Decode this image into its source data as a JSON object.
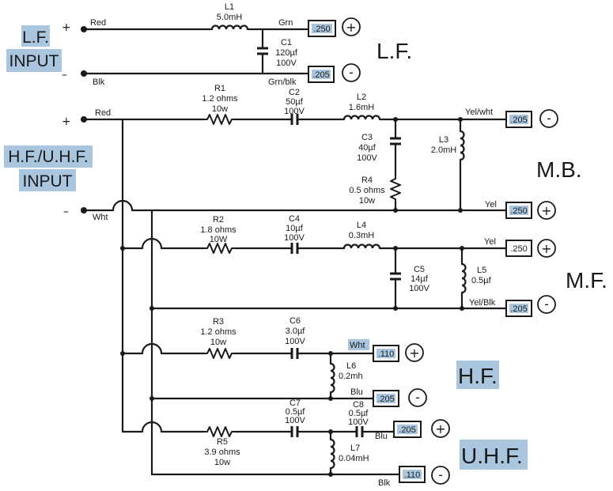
{
  "colors": {
    "highlight": "#a9c6de",
    "wire": "#1a1a1a"
  },
  "sections": {
    "lf": "L.F.",
    "mb": "M.B.",
    "mf": "M.F.",
    "hf": "H.F.",
    "uhf": "U.H.F."
  },
  "inputs": {
    "lf": {
      "line1": "L.F.",
      "line2": "INPUT",
      "plus": "+",
      "minus": "–",
      "hot": "Red",
      "cold": "Blk"
    },
    "hf": {
      "line1": "H.F./U.H.F.",
      "line2": "INPUT",
      "plus": "+",
      "minus": "–",
      "hot": "Red",
      "cold": "Wht"
    }
  },
  "components": {
    "L1": {
      "ref": "L1",
      "v1": "5.0mH"
    },
    "C1": {
      "ref": "C1",
      "v1": "120µf",
      "v2": "100V"
    },
    "R1": {
      "ref": "R1",
      "v1": "1.2 ohms",
      "v2": "10w"
    },
    "C2": {
      "ref": "C2",
      "v1": "50µf",
      "v2": "100V"
    },
    "L2": {
      "ref": "L2",
      "v1": "1.6mH"
    },
    "C3": {
      "ref": "C3",
      "v1": "40µf",
      "v2": "100V"
    },
    "R4": {
      "ref": "R4",
      "v1": "0.5 ohms",
      "v2": "10w"
    },
    "L3": {
      "ref": "L3",
      "v1": "2.0mH"
    },
    "R2": {
      "ref": "R2",
      "v1": "1.8 ohms",
      "v2": "10W"
    },
    "C4": {
      "ref": "C4",
      "v1": "10µf",
      "v2": "100V"
    },
    "L4": {
      "ref": "L4",
      "v1": "0.3mH"
    },
    "C5": {
      "ref": "C5",
      "v1": "14µf",
      "v2": "100V"
    },
    "L5": {
      "ref": "L5",
      "v1": "0.5µf"
    },
    "R3": {
      "ref": "R3",
      "v1": "1.2 ohms",
      "v2": "10w"
    },
    "C6": {
      "ref": "C6",
      "v1": "3.0µf",
      "v2": "100V"
    },
    "L6": {
      "ref": "L6",
      "v1": "0.2mh"
    },
    "C7": {
      "ref": "C7",
      "v1": "0.5µf",
      "v2": "100V"
    },
    "C8": {
      "ref": "C8",
      "v1": "0.5µf",
      "v2": "100V"
    },
    "R5": {
      "ref": "R5",
      "v1": "3.9 ohms",
      "v2": "10w"
    },
    "L7": {
      "ref": "L7",
      "v1": "0.04mH"
    }
  },
  "terminals": {
    "lf_pos": {
      "wire": "Grn",
      "size": ".250",
      "polarity": "+"
    },
    "lf_neg": {
      "wire": "Grn/blk",
      "size": ".205",
      "polarity": "-"
    },
    "mb_pos": {
      "wire": "Yel/wht",
      "size": ".205",
      "polarity": "-"
    },
    "mb_neg": {
      "wire": "Yel",
      "size": ".250",
      "polarity": "+"
    },
    "mf_pos": {
      "wire": "Yel",
      "size": ".250",
      "polarity": "+"
    },
    "mf_neg": {
      "wire": "Yel/Blk",
      "size": ".205",
      "polarity": "-"
    },
    "hf_pos": {
      "wire": "Wht",
      "size": ".110",
      "polarity": "+"
    },
    "hf_neg": {
      "wire": "Blu",
      "size": ".205",
      "polarity": "-"
    },
    "uhf_pos": {
      "wire": "Blu",
      "size": ".205",
      "polarity": "+"
    },
    "uhf_neg": {
      "wire": "Blk",
      "size": ".110",
      "polarity": "-"
    }
  }
}
